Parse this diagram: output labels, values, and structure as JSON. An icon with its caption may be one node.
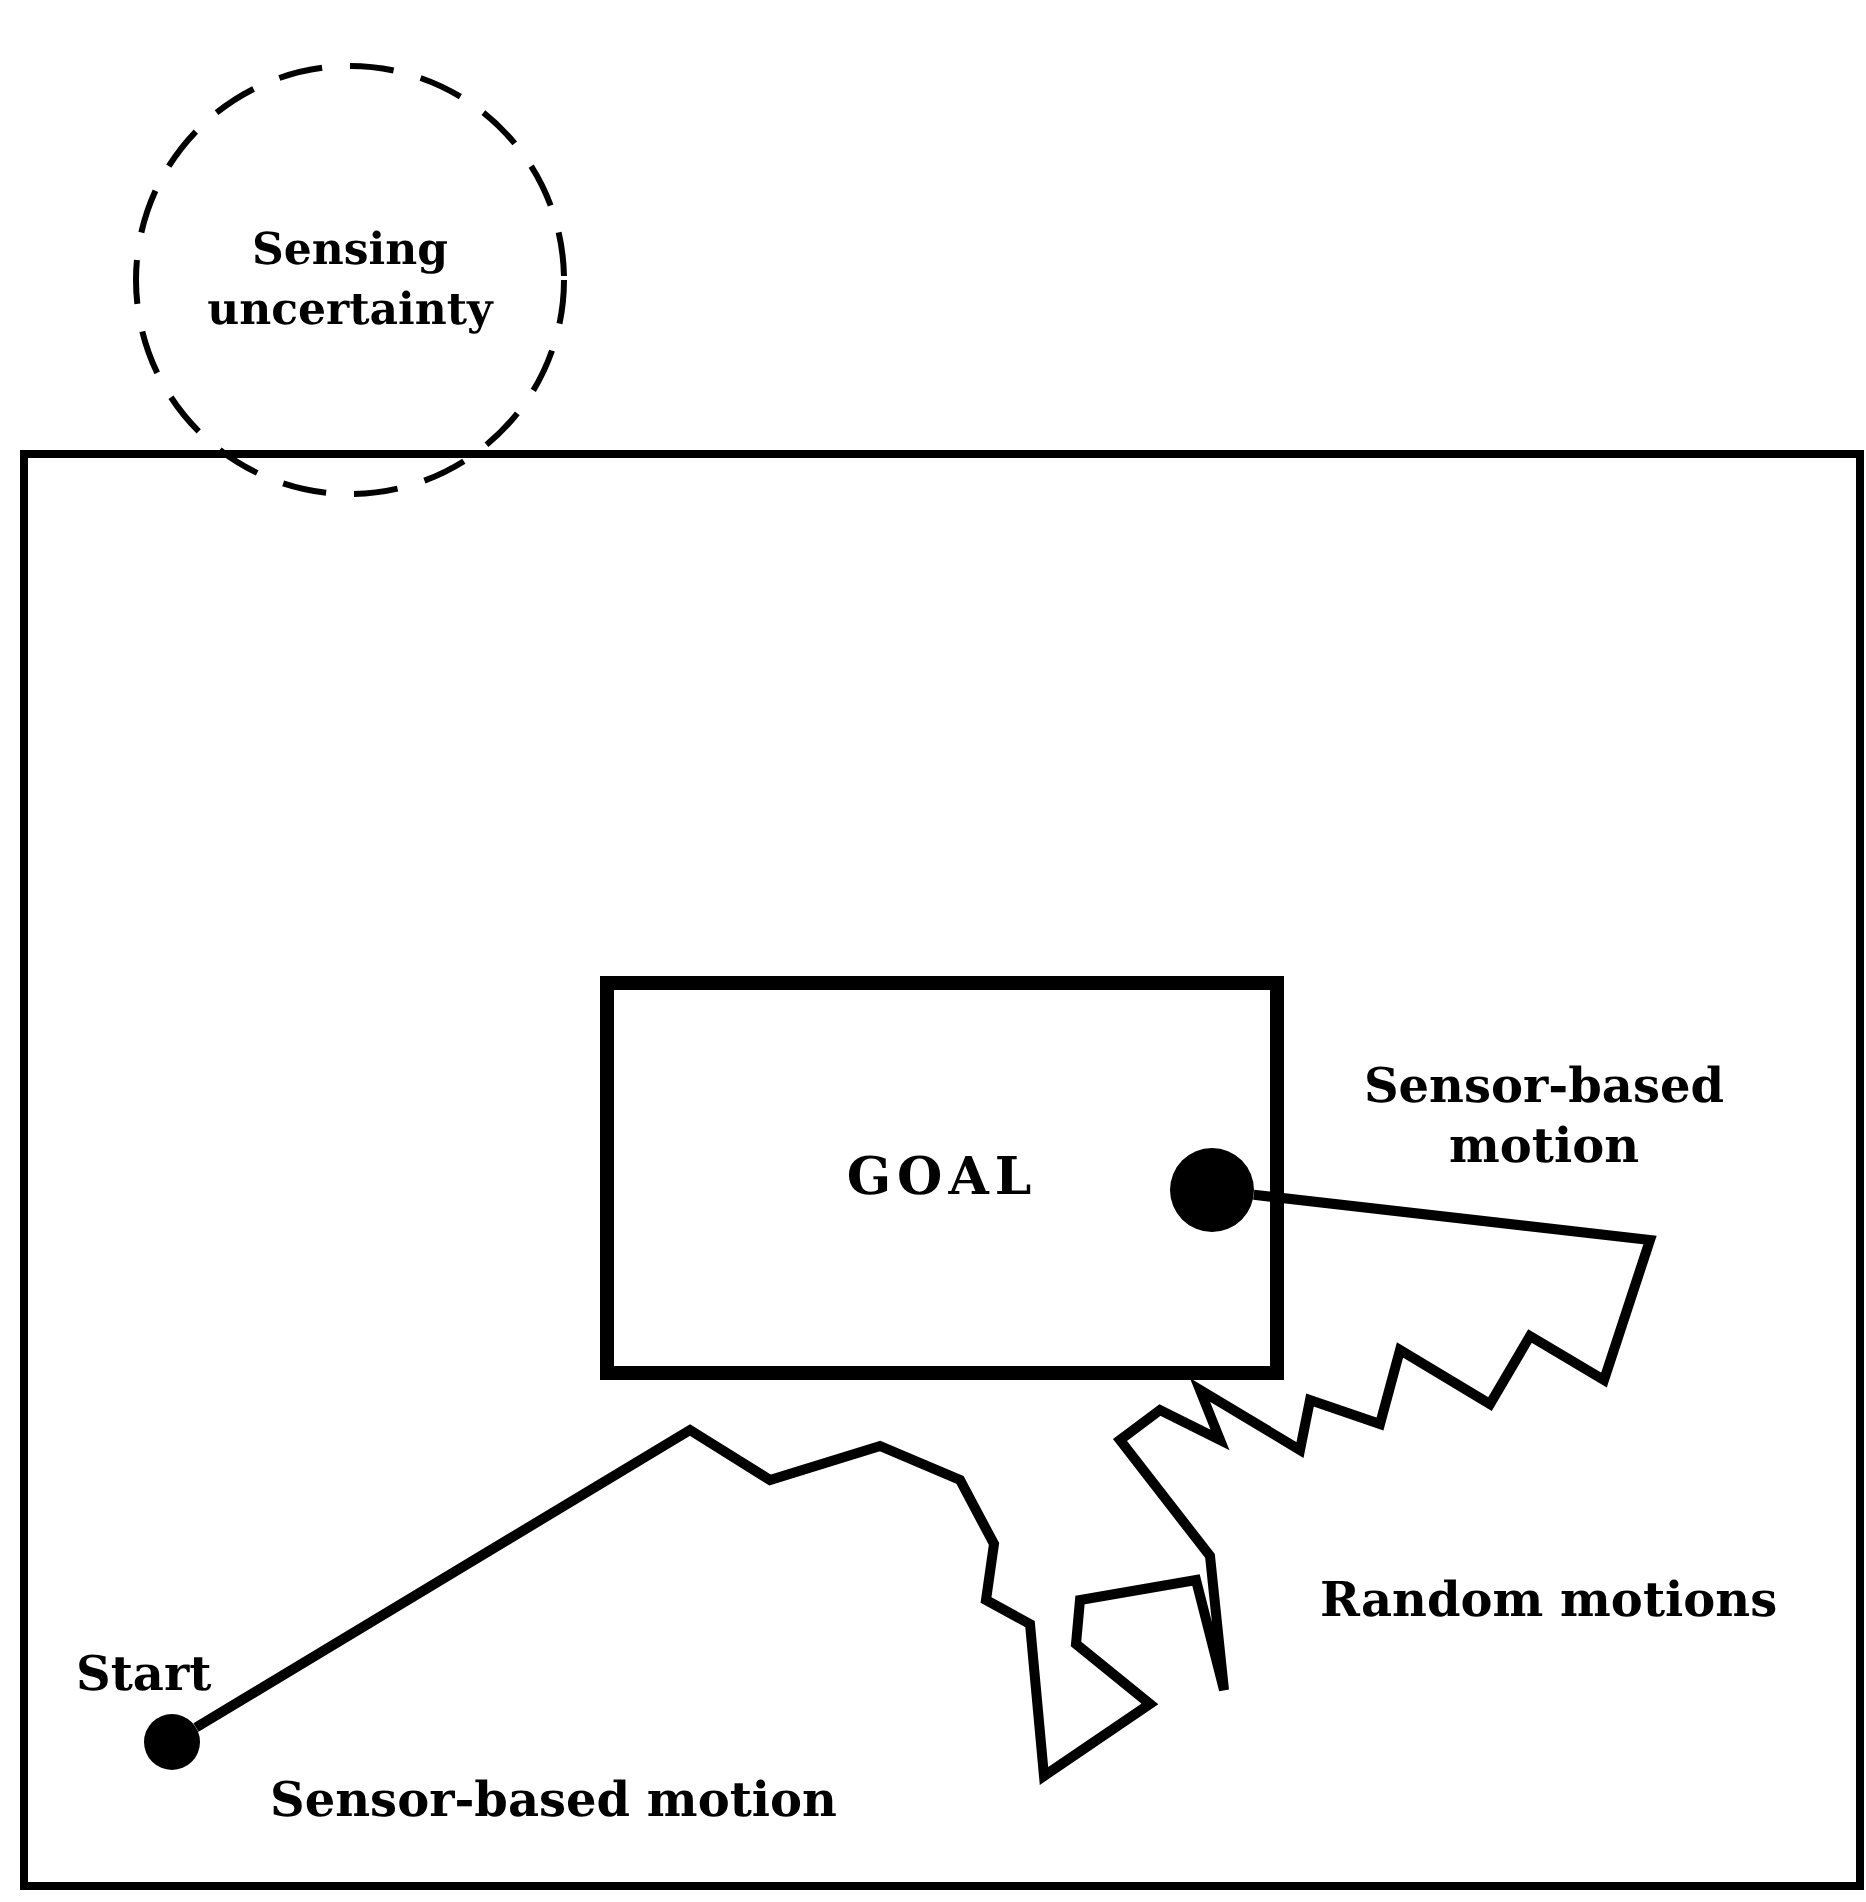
{
  "diagram": {
    "nodes": [
      {
        "text": [],
        "shape": "box"
      },
      {
        "text": [
          "Sensing uncertainty"
        ]
      },
      {
        "text": [
          "GOAL"
        ],
        "in": 0
      },
      {
        "text": [],
        "shape": "circle",
        "in": 0
      },
      {
        "text": [],
        "shape": "circle",
        "in": 2
      }
    ],
    "edges": [
      {
        "from": 3,
        "to": 4,
        "arrow": "none"
      }
    ],
    "labels": [
      "Sensor-based motion",
      "Random motions",
      "Start",
      "Sensor-based motion"
    ]
  }
}
